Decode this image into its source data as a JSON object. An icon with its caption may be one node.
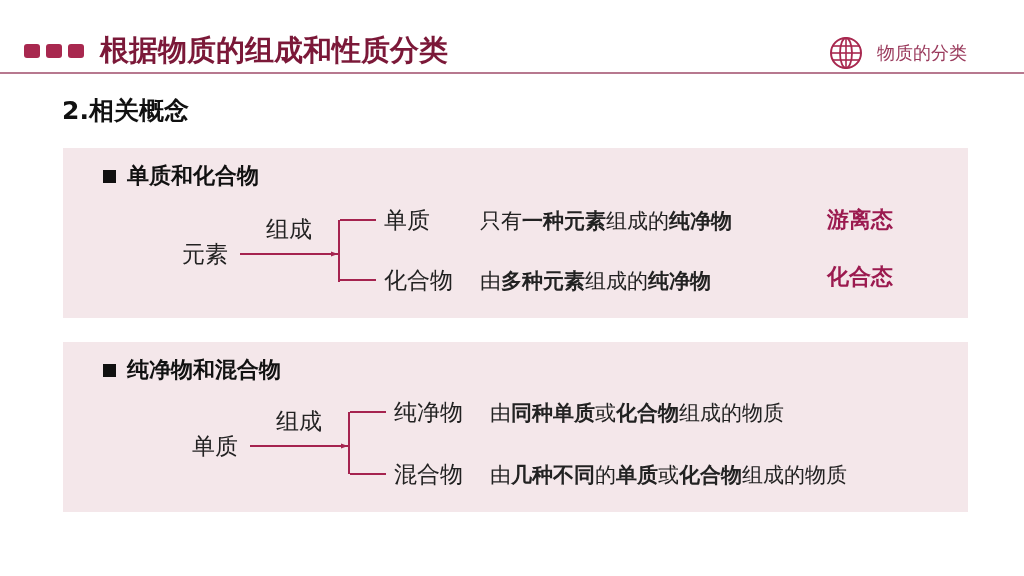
{
  "diagram": {
    "title": "根据物质的组成和性质分类",
    "nodes": [
      {
        "text": [
          "单质和化合物"
        ]
      },
      {
        "text": [
          "元素"
        ],
        "in": 0
      },
      {
        "text": [],
        "shape": "bracket",
        "in": 0
      },
      {
        "text": [
          "单质"
        ],
        "in": 0,
        "beside": [
          "只有**一种元素**组成的**纯净物**"
        ]
      },
      {
        "text": [
          "化合物"
        ],
        "in": 0,
        "beside": [
          "由**多种元素**组成的**纯净物**"
        ]
      },
      {
        "text": [
          "纯净物和混合物"
        ]
      },
      {
        "text": [
          "单质"
        ],
        "in": 5
      },
      {
        "text": [],
        "shape": "bracket",
        "in": 5
      },
      {
        "text": [
          "纯净物"
        ],
        "in": 5,
        "beside": [
          "由**同种单质**或**化合物**组成的物质"
        ]
      },
      {
        "text": [
          "混合物"
        ],
        "in": 5,
        "beside": [
          "由**几种不同**的**单质**或**化合物**组成的物质"
        ]
      }
    ],
    "edges": [
      {
        "from": 1,
        "to": 2,
        "arrow": "to",
        "label": "组成"
      },
      {
        "from": 2,
        "to": 3,
        "arrow": "none"
      },
      {
        "from": 2,
        "to": 4,
        "arrow": "none"
      },
      {
        "from": 6,
        "to": 7,
        "arrow": "to",
        "label": "组成"
      },
      {
        "from": 7,
        "to": 8,
        "arrow": "none"
      },
      {
        "from": 7,
        "to": 9,
        "arrow": "none"
      }
    ],
    "labels": [
      "物质的分类",
      "2.相关概念",
      "游离态",
      "化合态"
    ]
  }
}
